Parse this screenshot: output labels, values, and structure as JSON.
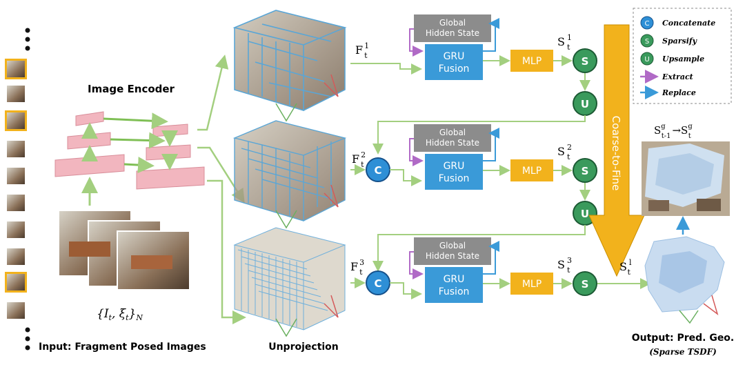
{
  "input": {
    "caption": "Input: Fragment Posed Images",
    "formula_main": "{I",
    "formula_sub": "t",
    "formula_mid": ", ξ",
    "formula_sub2": "t",
    "formula_end": "}",
    "formula_sub3": "N"
  },
  "encoder": {
    "title": "Image Encoder"
  },
  "unprojection": {
    "label": "Unprojection"
  },
  "levels": [
    {
      "feature_label": "F",
      "feature_sup": "1",
      "feature_sub": "t",
      "hidden_state": "Global\nHidden State",
      "hidden_line1": "Global",
      "hidden_line2": "Hidden State",
      "gru_line1": "GRU",
      "gru_line2": "Fusion",
      "mlp": "MLP",
      "s_label": "S",
      "s_sup": "1",
      "s_sub": "t"
    },
    {
      "feature_label": "F",
      "feature_sup": "2",
      "feature_sub": "t",
      "hidden_line1": "Global",
      "hidden_line2": "Hidden State",
      "gru_line1": "GRU",
      "gru_line2": "Fusion",
      "mlp": "MLP",
      "s_label": "S",
      "s_sup": "2",
      "s_sub": "t"
    },
    {
      "feature_label": "F",
      "feature_sup": "3",
      "feature_sub": "t",
      "hidden_line1": "Global",
      "hidden_line2": "Hidden State",
      "gru_line1": "GRU",
      "gru_line2": "Fusion",
      "mlp": "MLP",
      "s_label": "S",
      "s_sup": "3",
      "s_sub": "t"
    }
  ],
  "nodes": {
    "sparsify": "S",
    "upsample": "U",
    "concat": "C"
  },
  "coarse_to_fine": "Coarse-to-Fine",
  "output": {
    "s_label": "S",
    "s_sup": "l",
    "s_sub": "t",
    "global_update": {
      "left": "S",
      "left_sup": "g",
      "left_sub": "t-1",
      "arrow": "→",
      "right": "S",
      "right_sup": "g",
      "right_sub": "t"
    },
    "caption": "Output: Pred. Geo.",
    "subcaption": "(Sparse TSDF)"
  },
  "legend": [
    {
      "letter": "C",
      "text": "Concatenate",
      "color": "#2e8fd6"
    },
    {
      "letter": "S",
      "text": "Sparsify",
      "color": "#3a9a5c"
    },
    {
      "letter": "U",
      "text": "Upsample",
      "color": "#3a9a5c"
    },
    {
      "arrow": true,
      "text": "Extract",
      "color": "#b06ac6"
    },
    {
      "arrow": true,
      "text": "Replace",
      "color": "#3a9ad8"
    }
  ],
  "colors": {
    "gru": "#3a9ad8",
    "hidden": "#8c8c8c",
    "mlp": "#f2b21c",
    "sparsify_node": "#3a9a5c",
    "concat_node": "#2e8fd6",
    "flow_arrow": "#a3cf7f",
    "extract_arrow": "#b06ac6",
    "replace_arrow": "#3a9ad8",
    "encoder_plate": "#f2b6bf",
    "frame_border": "#f2b21c"
  }
}
